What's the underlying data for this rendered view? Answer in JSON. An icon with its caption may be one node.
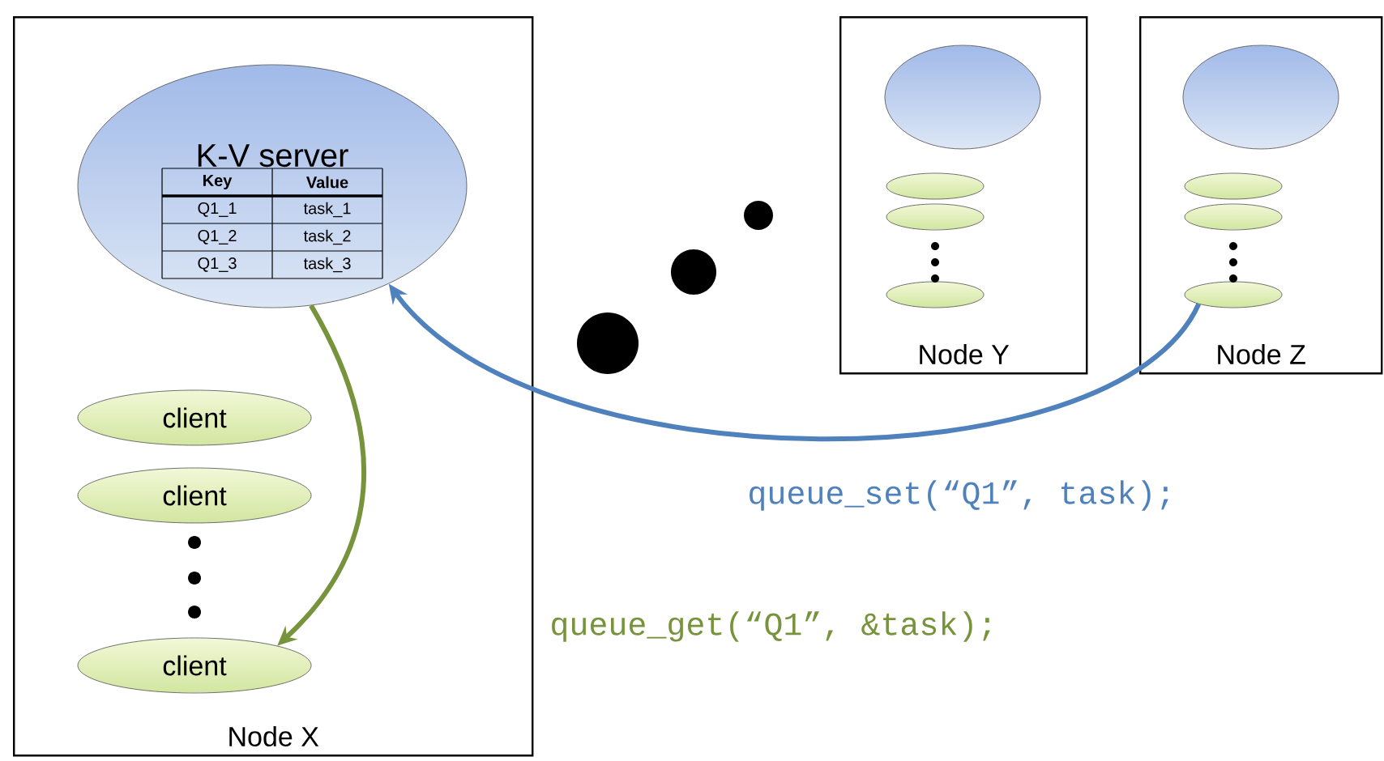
{
  "diagram": {
    "nodes": [
      {
        "text": [
          "Node X"
        ]
      },
      {
        "text": [
          "K-V server"
        ],
        "in": 0
      },
      {
        "text": [
          "client"
        ],
        "in": 0
      },
      {
        "text": [
          "client"
        ],
        "in": 0
      },
      {
        "text": [
          "client"
        ],
        "in": 0
      },
      {
        "text": [
          "Node Y"
        ]
      },
      {
        "text": [],
        "shape": "ellipse",
        "in": 5
      },
      {
        "text": [],
        "shape": "ellipse",
        "in": 5
      },
      {
        "text": [],
        "shape": "ellipse",
        "in": 5
      },
      {
        "text": [],
        "shape": "ellipse",
        "in": 5
      },
      {
        "text": [
          "Node Z"
        ]
      },
      {
        "text": [],
        "shape": "ellipse",
        "in": 10
      },
      {
        "text": [],
        "shape": "ellipse",
        "in": 10
      },
      {
        "text": [],
        "shape": "ellipse",
        "in": 10
      },
      {
        "text": [],
        "shape": "ellipse",
        "in": 10
      }
    ],
    "edges": [
      {
        "from": 14,
        "to": 1,
        "arrow": "to",
        "color": "#4f81bd"
      },
      {
        "from": 1,
        "to": 4,
        "arrow": "to",
        "color": "#77933c"
      }
    ],
    "labels": [
      "Key",
      "Value",
      "Q1_1",
      "task_1",
      "Q1_2",
      "task_2",
      "Q1_3",
      "task_3",
      "queue_set(“Q1”, task);",
      "queue_get(“Q1”, &task);"
    ]
  }
}
